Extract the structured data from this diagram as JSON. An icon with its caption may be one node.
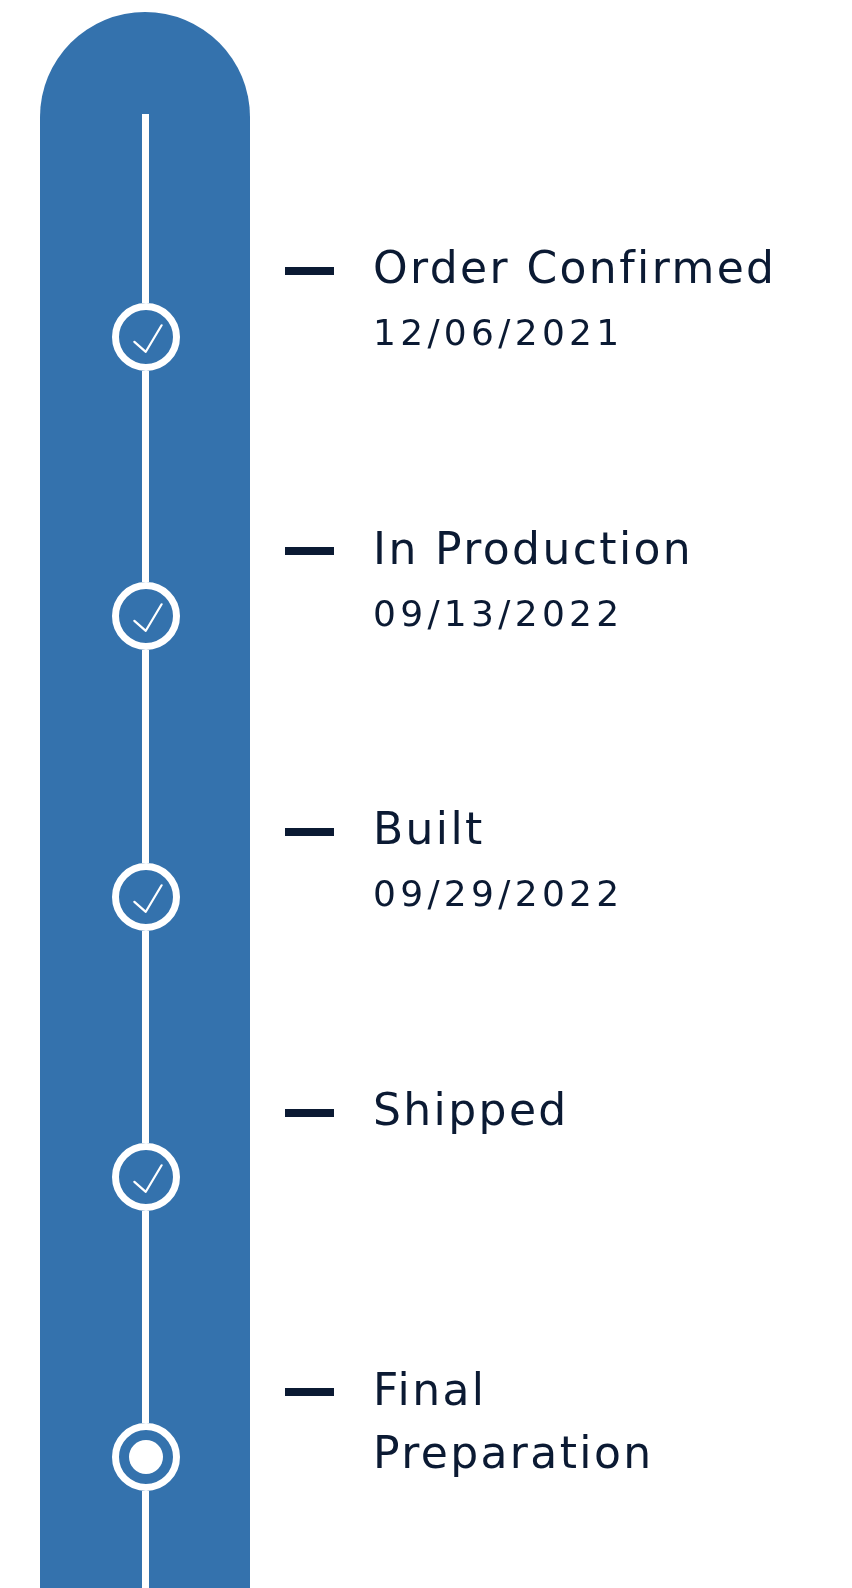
{
  "diagram": {
    "nodes": [
      {
        "text": [
          "Order Confirmed",
          "12/06/2021"
        ]
      },
      {
        "text": [],
        "shape": "circle"
      },
      {
        "text": [
          "In Production",
          "09/13/2022"
        ]
      },
      {
        "text": [],
        "shape": "circle"
      },
      {
        "text": [
          "Built",
          "09/29/2022"
        ]
      },
      {
        "text": [],
        "shape": "circle"
      },
      {
        "text": [
          "Shipped"
        ]
      },
      {
        "text": [],
        "shape": "circle"
      },
      {
        "text": [
          "Final Preparation"
        ]
      },
      {
        "text": [],
        "shape": "circle"
      }
    ],
    "edges": [
      {
        "from": null,
        "to": 1,
        "arrow": "none"
      },
      {
        "from": 1,
        "to": 3,
        "arrow": "none"
      },
      {
        "from": 3,
        "to": 5,
        "arrow": "none"
      },
      {
        "from": 5,
        "to": 7,
        "arrow": "none"
      },
      {
        "from": 7,
        "to": 9,
        "arrow": "none"
      },
      {
        "from": 9,
        "to": null,
        "arrow": "none"
      }
    ]
  }
}
